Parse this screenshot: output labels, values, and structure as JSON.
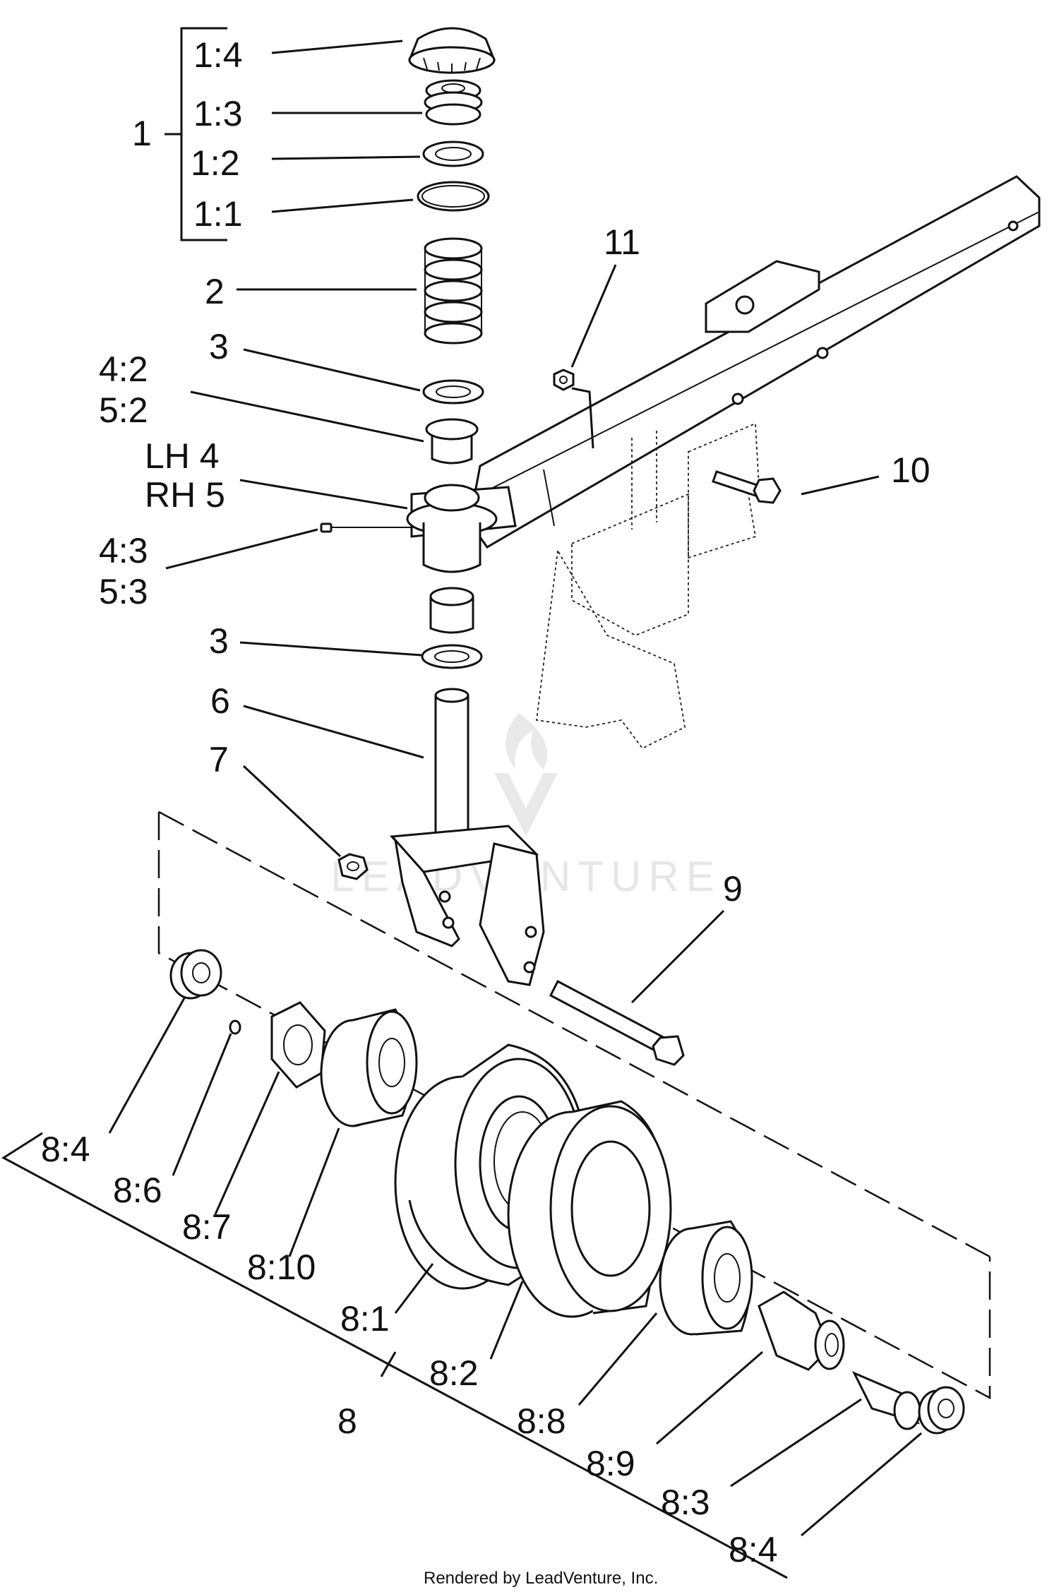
{
  "labels": {
    "l_1": "1",
    "l_1_4": "1:4",
    "l_1_3": "1:3",
    "l_1_2": "1:2",
    "l_1_1": "1:1",
    "l_2": "2",
    "l_3a": "3",
    "l_4_2": "4:2",
    "l_5_2": "5:2",
    "l_lh4": "LH 4",
    "l_rh5": "RH 5",
    "l_4_3": "4:3",
    "l_5_3": "5:3",
    "l_3b": "3",
    "l_6": "6",
    "l_7": "7",
    "l_9": "9",
    "l_10": "10",
    "l_11": "11",
    "l_8": "8",
    "l_8_4a": "8:4",
    "l_8_6": "8:6",
    "l_8_7": "8:7",
    "l_8_10": "8:10",
    "l_8_1": "8:1",
    "l_8_2": "8:2",
    "l_8_8": "8:8",
    "l_8_9": "8:9",
    "l_8_3": "8:3",
    "l_8_4b": "8:4"
  },
  "watermark": "LEADVENTURE",
  "footer": "Rendered by LeadVenture, Inc."
}
